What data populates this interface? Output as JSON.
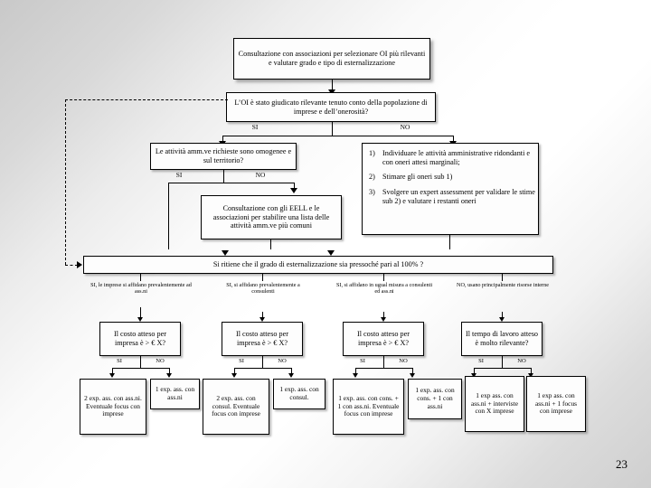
{
  "slide": {
    "page_number": "23",
    "diagram_type": "decision-flowchart",
    "language": "it"
  },
  "nodes": {
    "start": {
      "id": "consultazione-oi",
      "text": "Consultazione con associazioni per selezionare OI più rilevanti e valutare grado e tipo di esternalizzazione"
    },
    "decision_oi": {
      "id": "oi-rilevante",
      "text": "L’OI è stato giudicato rilevante tenuto conto della popolazione di imprese e dell’onerosità?",
      "yes_label": "SI",
      "no_label": "NO"
    },
    "decision_attivita": {
      "id": "attivita-omogenee",
      "text": "Le attività amm.ve richieste sono omogenee e sul territorio?",
      "yes_label": "SI",
      "no_label": "NO"
    },
    "no_branch_list": {
      "id": "azioni-no",
      "items": [
        {
          "num": "1)",
          "text": "Individuare le attività amministrative ridondanti e con oneri attesi marginali;"
        },
        {
          "num": "2)",
          "text": "Stimare gli oneri sub 1)"
        },
        {
          "num": "3)",
          "text": "Svolgere un expert assessment per validare le stime sub 2) e valutare i restanti oneri"
        }
      ]
    },
    "consultazione_eell": {
      "id": "consultazione-eell",
      "text": "Consultazione con gli EELL e le associazioni per stabilire una lista delle attività amm.ve più comuni"
    },
    "decision_esternalizzazione": {
      "id": "grado-esternalizzazione",
      "text": "Si ritiene che il grado di esternalizzazione sia pressoché pari al 100% ?"
    }
  },
  "branch_labels": [
    {
      "id": "branch-1",
      "text": "SI, le imprese si affidano prevalentemente ad ass.ni"
    },
    {
      "id": "branch-2",
      "text": "SI, si affidano prevalentemente a consulenti"
    },
    {
      "id": "branch-3",
      "text": "SI, si affidano in ugual misura a consulenti ed ass.ni"
    },
    {
      "id": "branch-4",
      "text": "NO, usano principalmente risorse interne"
    }
  ],
  "cost_questions": [
    {
      "id": "costo-1",
      "text": "Il costo atteso per impresa è > € X?",
      "yes_label": "SI",
      "no_label": "NO"
    },
    {
      "id": "costo-2",
      "text": "Il costo atteso per impresa è > € X?",
      "yes_label": "SI",
      "no_label": "NO"
    },
    {
      "id": "costo-3",
      "text": "Il costo atteso per impresa è > € X?",
      "yes_label": "SI",
      "no_label": "NO"
    },
    {
      "id": "tempo-4",
      "text": "Il tempo di lavoro atteso è molto rilevante?",
      "yes_label": "SI",
      "no_label": "NO"
    }
  ],
  "outcomes": [
    {
      "id": "outcome-1",
      "text": "2 exp. ass. con ass.ni. Eventuale focus con imprese"
    },
    {
      "id": "outcome-2",
      "text": "1 exp. ass. con ass.ni"
    },
    {
      "id": "outcome-3",
      "text": "2 exp. ass. con consul. Eventuale focus con imprese"
    },
    {
      "id": "outcome-4",
      "text": "1 exp. ass. con consul."
    },
    {
      "id": "outcome-5",
      "text": "1 exp. ass. con cons. + 1 con ass.ni. Eventuale focus con imprese"
    },
    {
      "id": "outcome-6",
      "text": "1 exp. ass. con cons. + 1 con ass.ni"
    },
    {
      "id": "outcome-7",
      "text": "1 exp ass. con ass.ni + interviste con X imprese"
    },
    {
      "id": "outcome-8",
      "text": "1 exp ass. con ass.ni + 1 focus con imprese"
    }
  ],
  "colors": {
    "line": "#000000",
    "box_fill": "#fdfdfd",
    "text": "#000000",
    "background_light": "#ffffff",
    "background_shade": "#cfcfcf"
  }
}
